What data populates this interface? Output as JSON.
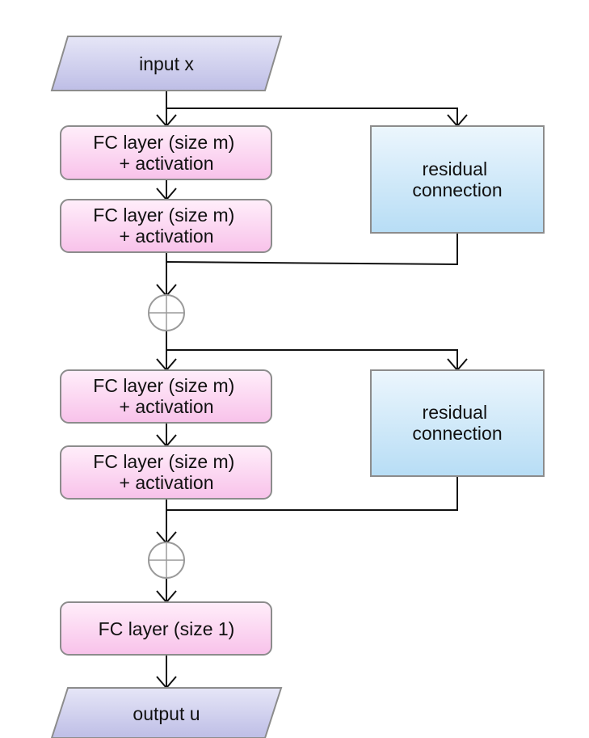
{
  "diagram": {
    "input": "input x",
    "block1": {
      "fc_a": [
        "FC layer (size m)",
        "+ activation"
      ],
      "fc_b": [
        "FC layer (size m)",
        "+ activation"
      ],
      "residual": [
        "residual",
        "connection"
      ]
    },
    "block2": {
      "fc_a": [
        "FC layer (size m)",
        "+ activation"
      ],
      "fc_b": [
        "FC layer (size m)",
        "+ activation"
      ],
      "residual": [
        "residual",
        "connection"
      ]
    },
    "final": "FC layer (size 1)",
    "output": "output u",
    "sum_symbol": "⊕"
  },
  "colors": {
    "io_fill_top": "#e6e6f7",
    "io_fill_bottom": "#bebee6",
    "fc_fill_top": "#ffeefa",
    "fc_fill_bottom": "#f8c2ea",
    "residual_fill_top": "#ecf6fd",
    "residual_fill_bottom": "#b7ddf5",
    "border": "#8c8c8c"
  }
}
